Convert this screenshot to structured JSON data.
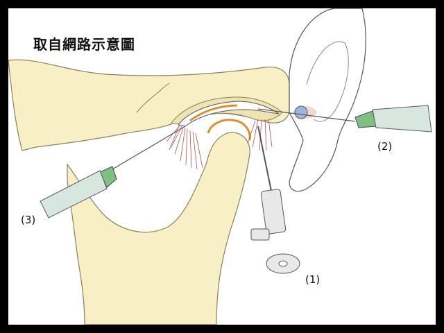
{
  "title": "取自網路示意圖",
  "labels": {
    "arthroscope": "(1)",
    "needle_right": "(2)",
    "needle_left": "(3)"
  },
  "colors": {
    "bone": "#f8efc4",
    "bone_outline": "#8a8060",
    "disc_orange": "#e0902a",
    "ear": "#ffffff",
    "ear_outline": "#555555",
    "syringe_body": "#d8e6e0",
    "needle_hub": "#7fbf7f",
    "ligament": "#b05050",
    "instrument": "#e8e8e8",
    "background": "#ffffff",
    "frame": "#000000"
  }
}
